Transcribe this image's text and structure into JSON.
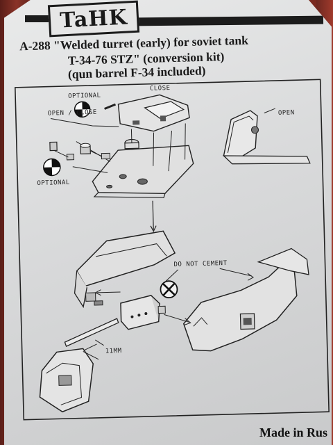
{
  "brand": {
    "logo_text": "TaHK"
  },
  "title": {
    "line1": "A-288 \"Welded turret (early) for soviet tank",
    "line2": "T-34-76 STZ\" (conversion kit)",
    "line3": "(qun barrel F-34 included)"
  },
  "labels": {
    "optional_top": "OPTIONAL",
    "open_close": "OPEN / CLOSE",
    "close": "CLOSE",
    "optional_bottom": "OPTIONAL",
    "open_right": "OPEN",
    "do_not_cement": "DO NOT CEMENT",
    "dimension": "11MM"
  },
  "footer": {
    "made_in": "Made in Rus"
  },
  "colors": {
    "paper": "#dcdddd",
    "ink": "#1a1a1a",
    "background": "#7a2a20"
  }
}
